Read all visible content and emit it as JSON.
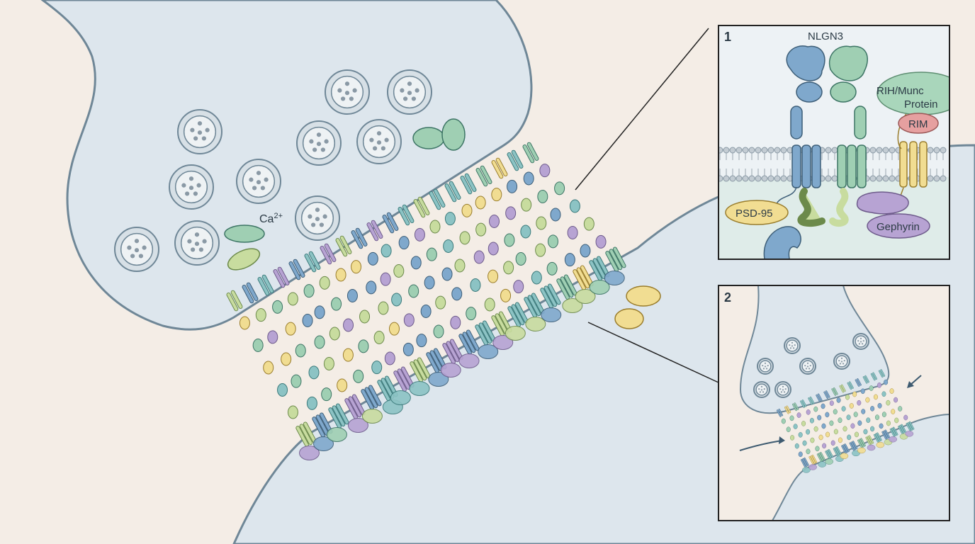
{
  "main": {
    "ion_label_base": "Ca",
    "ion_label_charge": "2+"
  },
  "inset1": {
    "number": "1",
    "title": "NLGN3",
    "labels": {
      "rim_munc": "RIH/Munc",
      "rim_munc_line2": "Protein",
      "rim": "RIM",
      "psd95": "PSD-95",
      "gephyrin": "Gephyrin"
    }
  },
  "inset2": {
    "number": "2"
  },
  "colors": {
    "background": "#f4ede6",
    "cell": "#dde6ed",
    "membrane": "#6f8797",
    "blue": "#7fa8cc",
    "green": "#9fcfb3",
    "lime": "#c8dc9f",
    "yellow": "#f1dd92",
    "purple": "#b7a3d3",
    "teal": "#8cc3c4",
    "rim_red": "#e6a0a0"
  }
}
